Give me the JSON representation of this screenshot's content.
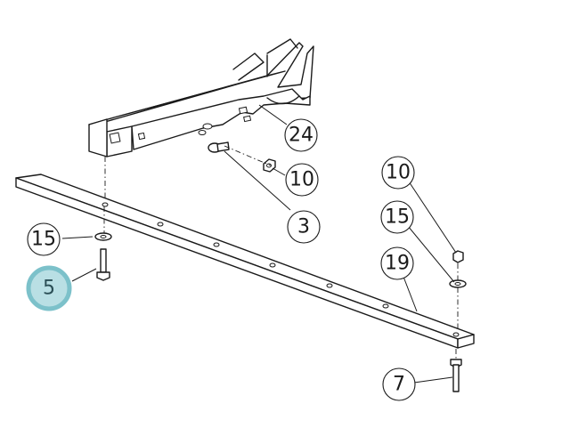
{
  "callouts": [
    {
      "id": "c24",
      "label": "24",
      "highlighted": false
    },
    {
      "id": "c10a",
      "label": "10",
      "highlighted": false
    },
    {
      "id": "c3",
      "label": "3",
      "highlighted": false
    },
    {
      "id": "c10b",
      "label": "10",
      "highlighted": false
    },
    {
      "id": "c15a",
      "label": "15",
      "highlighted": false
    },
    {
      "id": "c15b",
      "label": "15",
      "highlighted": false
    },
    {
      "id": "c19",
      "label": "19",
      "highlighted": false
    },
    {
      "id": "c5",
      "label": "5",
      "highlighted": true
    },
    {
      "id": "c7",
      "label": "7",
      "highlighted": false
    }
  ],
  "colors": {
    "highlight_fill": "#b9dfe4",
    "highlight_ring": "#7cc1ca",
    "line": "#1a1a1a"
  }
}
